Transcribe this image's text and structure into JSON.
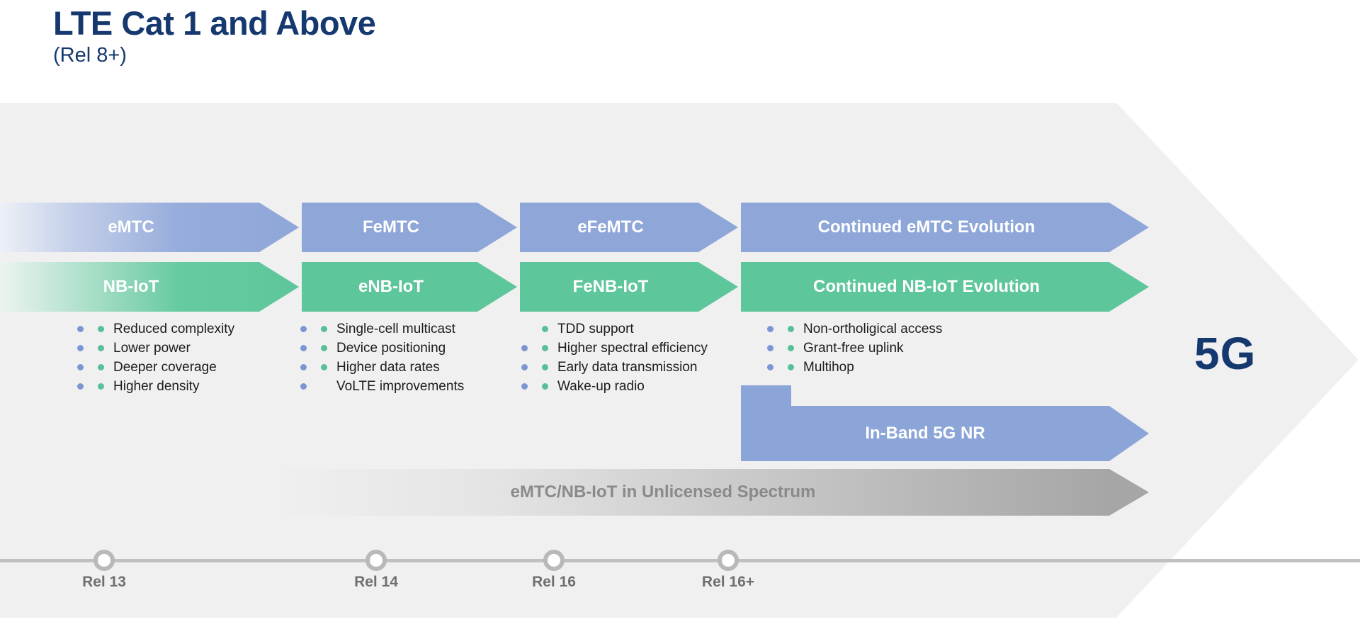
{
  "page": {
    "title": "LTE Cat 1 and Above",
    "subtitle": "(Rel 8+)"
  },
  "colors": {
    "navy": "#15396F",
    "emtc_blue": "#8FA7D8",
    "nbiot_green": "#5EC69B",
    "background_gray": "#F0F0F1",
    "unlicensed_gray": "#A6A6A6",
    "timeline_gray": "#C0C0C0",
    "milestone_label_gray": "#6F6F6F"
  },
  "emtc_track": {
    "segments": [
      {
        "label": "eMTC"
      },
      {
        "label": "FeMTC"
      },
      {
        "label": "eFeMTC"
      },
      {
        "label": "Continued eMTC Evolution"
      }
    ]
  },
  "nbiot_track": {
    "segments": [
      {
        "label": "NB-IoT"
      },
      {
        "label": "eNB-IoT"
      },
      {
        "label": "FeNB-IoT"
      },
      {
        "label": "Continued NB-IoT Evolution"
      }
    ]
  },
  "feature_columns": [
    {
      "items": [
        {
          "text": "Reduced complexity",
          "emtc": true,
          "nbiot": true
        },
        {
          "text": "Lower power",
          "emtc": true,
          "nbiot": true
        },
        {
          "text": "Deeper coverage",
          "emtc": true,
          "nbiot": true
        },
        {
          "text": "Higher density",
          "emtc": true,
          "nbiot": true
        }
      ]
    },
    {
      "items": [
        {
          "text": "Single-cell multicast",
          "emtc": true,
          "nbiot": true
        },
        {
          "text": "Device positioning",
          "emtc": true,
          "nbiot": true
        },
        {
          "text": "Higher data rates",
          "emtc": true,
          "nbiot": true
        },
        {
          "text": "VoLTE improvements",
          "emtc": true,
          "nbiot": false
        }
      ]
    },
    {
      "items": [
        {
          "text": "TDD support",
          "emtc": false,
          "nbiot": true
        },
        {
          "text": "Higher spectral efficiency",
          "emtc": true,
          "nbiot": true
        },
        {
          "text": "Early data transmission",
          "emtc": true,
          "nbiot": true
        },
        {
          "text": "Wake-up radio",
          "emtc": true,
          "nbiot": true
        }
      ]
    },
    {
      "items": [
        {
          "text": "Non-ortholigical access",
          "emtc": true,
          "nbiot": true
        },
        {
          "text": "Grant-free uplink",
          "emtc": true,
          "nbiot": true
        },
        {
          "text": "Multihop",
          "emtc": true,
          "nbiot": true
        }
      ]
    }
  ],
  "inband_arrow": {
    "label": "In-Band 5G NR"
  },
  "unlicensed_arrow": {
    "label": "eMTC/NB-IoT in Unlicensed Spectrum"
  },
  "destination": {
    "label": "5G"
  },
  "timeline": {
    "milestones": [
      {
        "label": "Rel 13"
      },
      {
        "label": "Rel 14"
      },
      {
        "label": "Rel 16"
      },
      {
        "label": "Rel 16+"
      }
    ]
  }
}
